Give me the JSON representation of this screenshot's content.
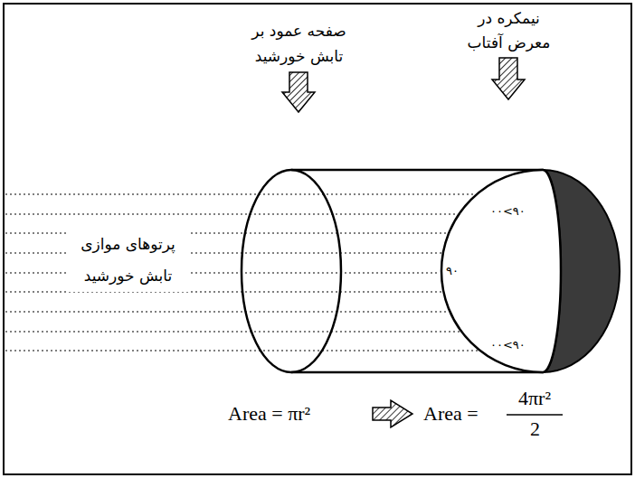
{
  "diagram": {
    "nodes": [
      {
        "text": [
          "۰۰<۹۰",
          "۹۰",
          "۰۰<۹۰"
        ]
      }
    ],
    "labels": [
      "صفحه عمود بر تابش خورشید",
      "نیمکره در معرض آفتاب",
      "پرتوهای موازی تابش خورشید",
      "Area = πr²",
      "Area =",
      "4πr²",
      "2"
    ]
  }
}
